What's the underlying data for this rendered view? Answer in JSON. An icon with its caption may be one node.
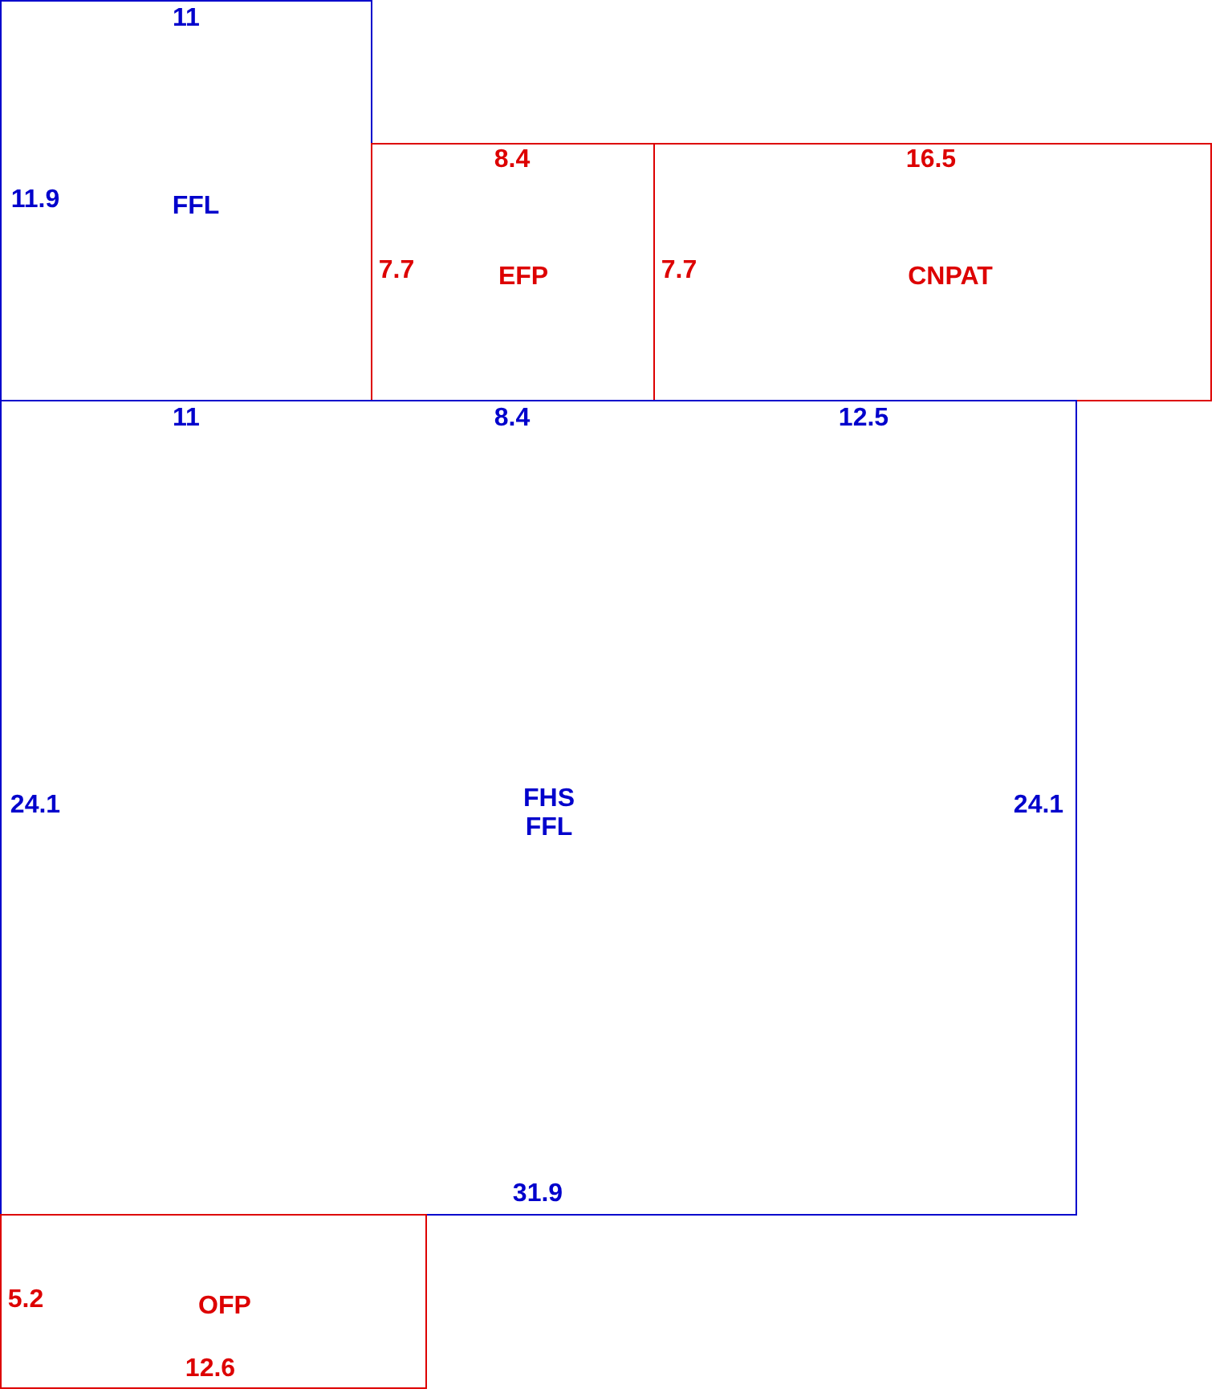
{
  "diagram": {
    "nodes": [
      {
        "text": [
          "FFL"
        ]
      },
      {
        "text": [
          "EFP"
        ]
      },
      {
        "text": [
          "CNPAT"
        ]
      },
      {
        "text": [
          "FHS FFL"
        ]
      },
      {
        "text": [
          "OFP"
        ]
      }
    ],
    "labels": [
      "11",
      "11.9",
      "8.4",
      "16.5",
      "7.7",
      "7.7",
      "11",
      "8.4",
      "12.5",
      "24.1",
      "24.1",
      "31.9",
      "5.2",
      "12.6"
    ]
  }
}
